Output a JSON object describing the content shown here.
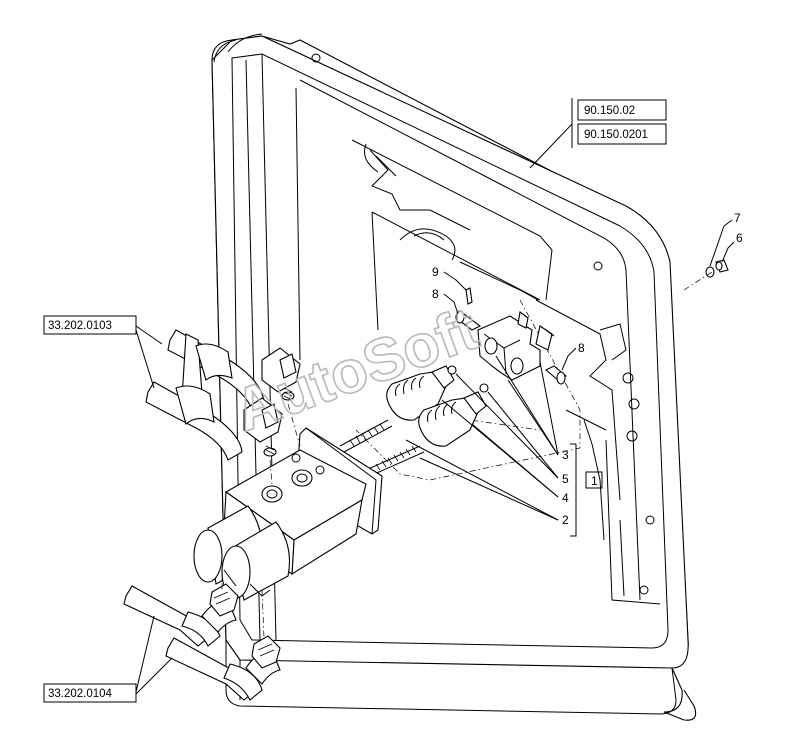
{
  "references": {
    "frame_top": "90.150.02",
    "frame_bottom": "90.150.0201",
    "hoses_upper": "33.202.0103",
    "hoses_lower": "33.202.0104"
  },
  "callouts": {
    "n1": "1",
    "n2": "2",
    "n3": "3",
    "n4": "4",
    "n5": "5",
    "n6": "6",
    "n7": "7",
    "n8a": "8",
    "n8b": "8",
    "n9": "9"
  },
  "watermark": "AutoSoft"
}
